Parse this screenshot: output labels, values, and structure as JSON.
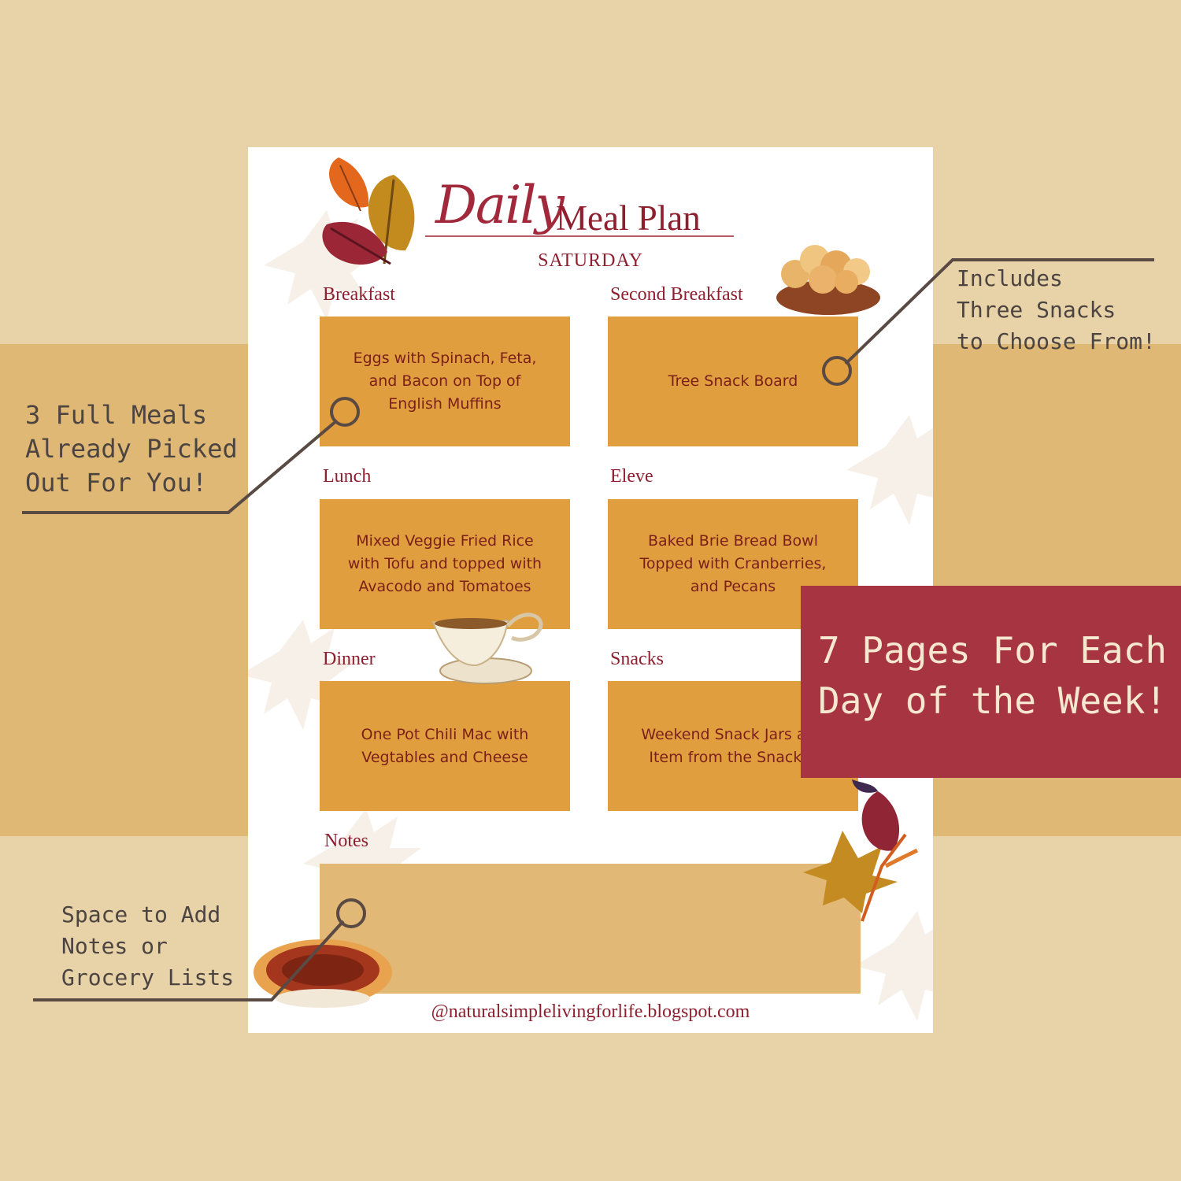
{
  "sheet": {
    "title_script": "Daily",
    "title_main": "Meal Plan",
    "day": "SATURDAY",
    "sections": [
      {
        "label": "Breakfast",
        "content": "Eggs with Spinach, Feta, and Bacon on Top of English Muffins"
      },
      {
        "label": "Second Breakfast",
        "content": "Tree Snack Board"
      },
      {
        "label": "Lunch",
        "content": "Mixed Veggie Fried Rice with Tofu and topped with Avacodo and Tomatoes"
      },
      {
        "label": "Eleve",
        "content": "Baked Brie Bread Bowl Topped with Cranberries, and Pecans"
      },
      {
        "label": "Dinner",
        "content": "One Pot Chili Mac with Vegtables and Cheese"
      },
      {
        "label": "Snacks",
        "content": "Weekend Snack Jars and Item from the Snack C"
      }
    ],
    "notes_label": "Notes",
    "footer": "@naturalsimplelivingforlife.blogspot.com"
  },
  "callouts": {
    "snacks": [
      "Includes",
      "Three Snacks",
      "to Choose From!"
    ],
    "meals": [
      "3 Full Meals",
      "Already Picked",
      "Out For You!"
    ],
    "notes": [
      "Space to Add",
      "Notes or",
      "Grocery Lists"
    ]
  },
  "banner": [
    "7 Pages For Each",
    "Day of the Week!"
  ],
  "icons": [
    "autumn-leaves-icon",
    "bread-basket-icon",
    "gravy-boat-icon",
    "pecan-pie-icon",
    "autumn-leaves-bottom-icon"
  ],
  "colors": {
    "background": "#e8d2a8",
    "band": "#dfb876",
    "meal_box": "#e19e3e",
    "notes_box": "#e1b875",
    "banner": "#a63441",
    "title": "#8d1f2f"
  }
}
